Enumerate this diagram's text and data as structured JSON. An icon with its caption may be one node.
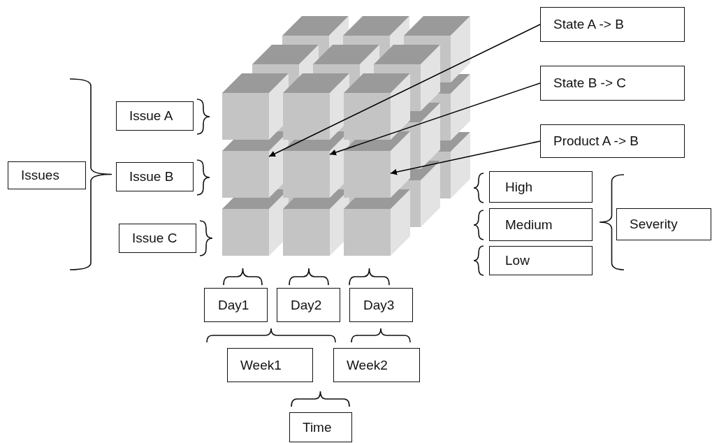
{
  "diagram": {
    "nodes": [
      {
        "text": [
          "State A -> B"
        ]
      },
      {
        "text": [
          "State B -> C"
        ]
      },
      {
        "text": [
          "Product A -> B"
        ]
      },
      {
        "text": [
          "Issues"
        ]
      },
      {
        "text": [
          "Issue A"
        ]
      },
      {
        "text": [
          "Issue B"
        ]
      },
      {
        "text": [
          "Issue C"
        ]
      },
      {
        "text": [
          "High"
        ]
      },
      {
        "text": [
          "Medium"
        ]
      },
      {
        "text": [
          "Low"
        ]
      },
      {
        "text": [
          "Severity"
        ]
      },
      {
        "text": [
          "Day1"
        ]
      },
      {
        "text": [
          "Day2"
        ]
      },
      {
        "text": [
          "Day3"
        ]
      },
      {
        "text": [
          "Week1"
        ]
      },
      {
        "text": [
          "Week2"
        ]
      },
      {
        "text": [
          "Time"
        ]
      },
      {
        "text": [],
        "shape": "box"
      },
      {
        "text": [],
        "shape": "box"
      },
      {
        "text": [],
        "shape": "box"
      }
    ],
    "edges": [
      {
        "from": 0,
        "to": 17,
        "arrow": "to"
      },
      {
        "from": 1,
        "to": 18,
        "arrow": "to"
      },
      {
        "from": 2,
        "to": 19,
        "arrow": "to"
      }
    ]
  }
}
